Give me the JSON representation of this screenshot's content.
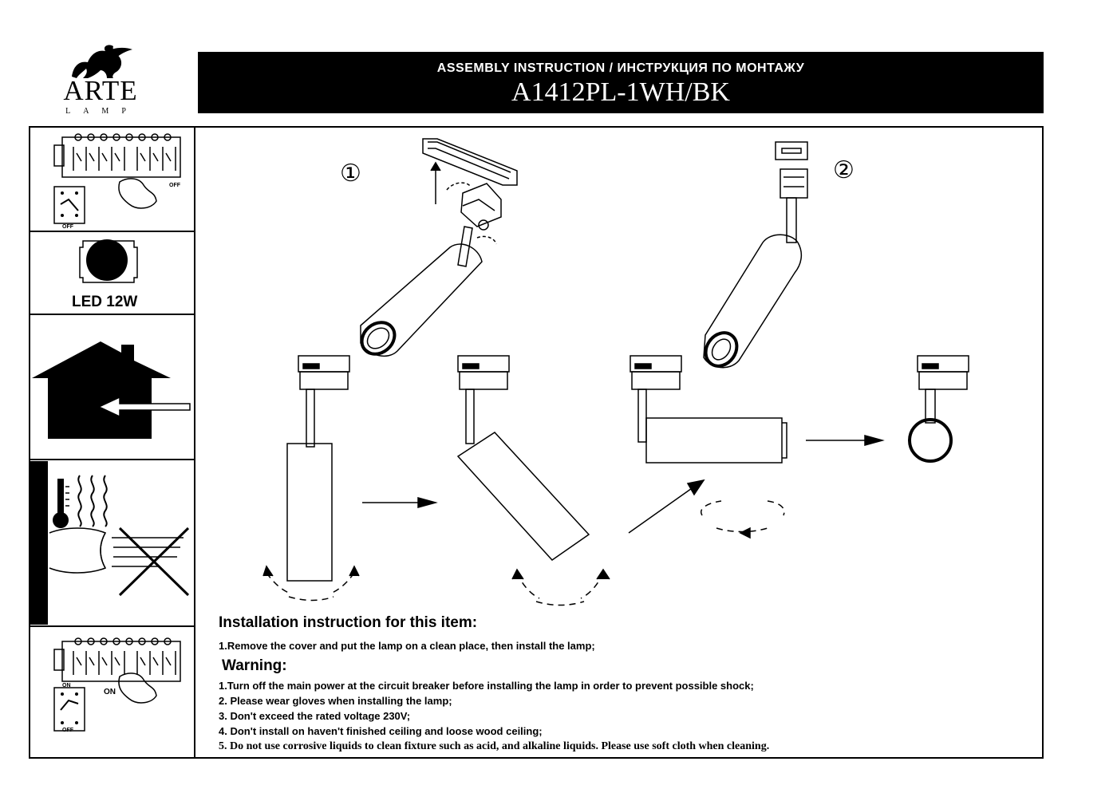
{
  "brand": {
    "name": "ARTE",
    "sub": "LAMP"
  },
  "header": {
    "subtitle": "ASSEMBLY INSTRUCTION / ИНСТРУКЦИЯ ПО МОНТАЖУ",
    "model": "A1412PL-1WH/BK"
  },
  "sidebar": {
    "off_label_1": "OFF",
    "off_label_2": "OFF",
    "led_label": "LED  12W",
    "on_label_1": "ON",
    "on_label_2": "ON",
    "off_label_3": "OFF"
  },
  "steps": {
    "step1": "①",
    "step2": "②"
  },
  "instructions": {
    "title": "Installation instruction for this item:",
    "line1": "1.Remove the cover and put the lamp on a clean place, then install the lamp;",
    "warning_title": "Warning:",
    "warnings": [
      "1.Turn off the main power at the circuit breaker before installing the lamp in order to prevent  possible shock;",
      "2. Please wear gloves when installing the lamp;",
      "3. Don't exceed the rated voltage 230V;",
      "4. Don't install on haven't finished ceiling and loose wood ceiling;",
      "5. Do not use corrosive liquids to clean fixture such as acid, and alkaline liquids. Please use soft cloth  when cleaning."
    ]
  }
}
